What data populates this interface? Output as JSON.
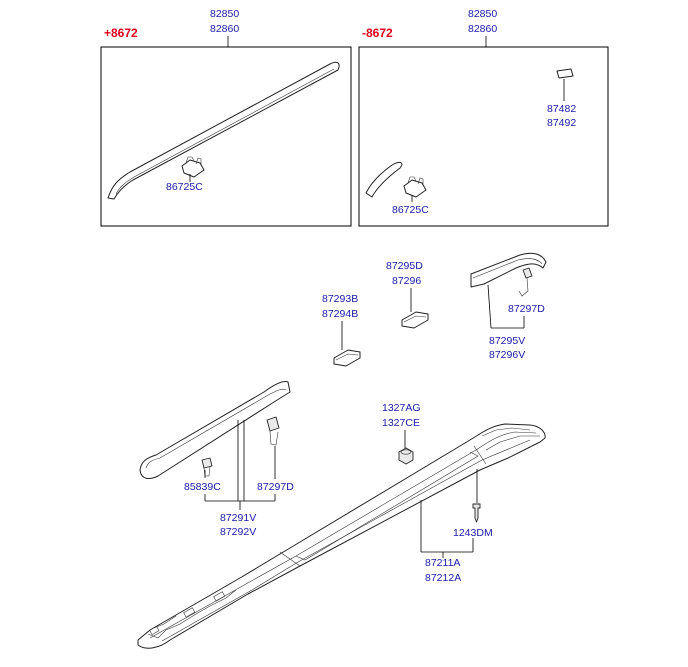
{
  "variants": {
    "left": "+8672",
    "right": "-8672"
  },
  "parts": {
    "left_box_top_a": "82850",
    "left_box_top_b": "82860",
    "left_clip": "86725C",
    "right_box_top_a": "82850",
    "right_box_top_b": "82860",
    "right_cap_a": "87482",
    "right_cap_b": "87492",
    "right_clip": "86725C",
    "cover_d_a": "87295D",
    "cover_d_b": "87296",
    "cover_b_a": "87293B",
    "cover_b_b": "87294B",
    "front_clip": "87297D",
    "front_cover_a": "87295V",
    "front_cover_b": "87296V",
    "nut_a": "1327AG",
    "nut_b": "1327CE",
    "rivet": "85839C",
    "rear_clip": "87297D",
    "rear_cover_a": "87291V",
    "rear_cover_b": "87292V",
    "screw": "1243DM",
    "rail_a": "87211A",
    "rail_b": "87212A"
  }
}
